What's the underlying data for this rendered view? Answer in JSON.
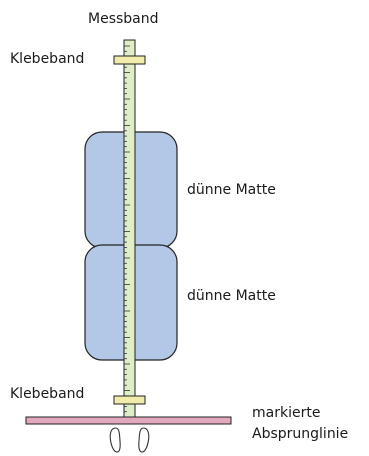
{
  "labels": {
    "tape_measure": "Messband",
    "adhesive_tape_top": "Klebeband",
    "thin_mat_1": "dünne Matte",
    "thin_mat_2": "dünne Matte",
    "adhesive_tape_bottom": "Klebeband",
    "takeoff_line_1": "markierte",
    "takeoff_line_2": "Absprunglinie"
  },
  "colors": {
    "tape_measure": "#dfeec8",
    "mat": "#b3c7e6",
    "adhesive_tape": "#f1ecac",
    "takeoff_line": "#e2a8bd",
    "outline": "#222222"
  },
  "icons": {
    "feet": "footprints-icon"
  }
}
